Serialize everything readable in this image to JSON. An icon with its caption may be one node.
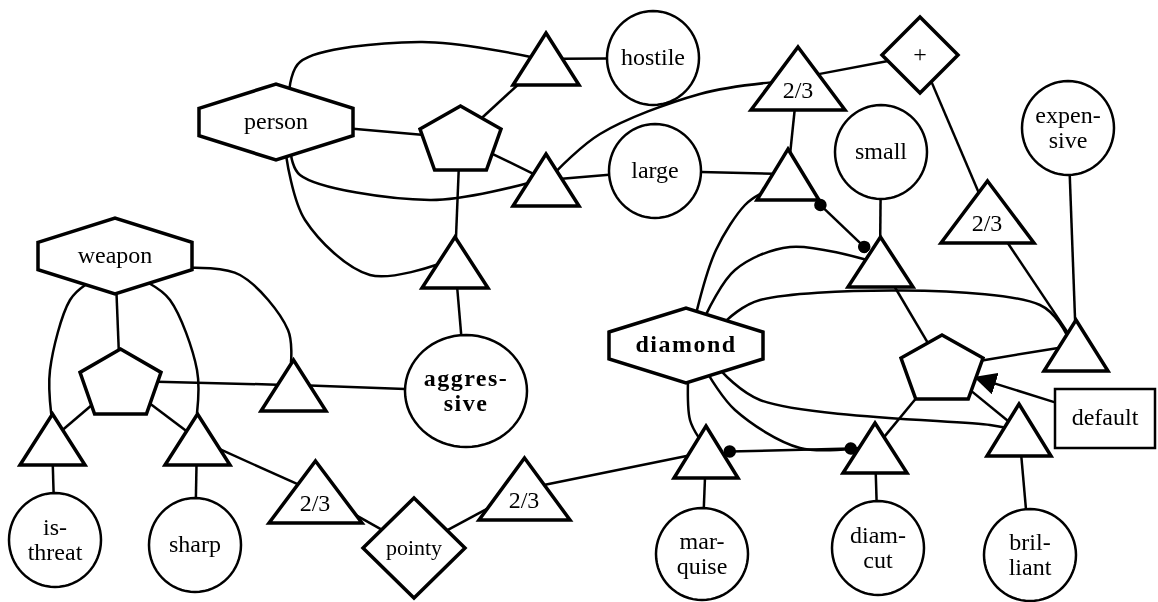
{
  "diagram": {
    "nodes": [
      {
        "text": [
          "person"
        ]
      },
      {
        "text": [
          "weapon"
        ]
      },
      {
        "text": [
          "diamond"
        ]
      },
      {
        "text": [
          "hostile"
        ]
      },
      {
        "text": [
          "large"
        ]
      },
      {
        "text": [
          "small"
        ]
      },
      {
        "text": [
          "expen- sive"
        ]
      },
      {
        "text": [
          "aggres- sive"
        ]
      },
      {
        "text": [
          "is- threat"
        ]
      },
      {
        "text": [
          "sharp"
        ]
      },
      {
        "text": [
          "pointy"
        ]
      },
      {
        "text": [
          "mar- quise"
        ]
      },
      {
        "text": [
          "diam- cut"
        ]
      },
      {
        "text": [
          "bril- liant"
        ]
      },
      {
        "text": [
          "+"
        ]
      },
      {
        "text": [
          "default"
        ]
      },
      {
        "text": [
          "2/3"
        ]
      },
      {
        "text": [
          "2/3"
        ]
      },
      {
        "text": [
          "2/3"
        ]
      },
      {
        "text": [
          "2/3"
        ]
      },
      {
        "text": [],
        "shape": "triangle"
      },
      {
        "text": [],
        "shape": "triangle"
      },
      {
        "text": [],
        "shape": "triangle"
      },
      {
        "text": [],
        "shape": "triangle"
      },
      {
        "text": [],
        "shape": "triangle"
      },
      {
        "text": [],
        "shape": "triangle"
      },
      {
        "text": [],
        "shape": "triangle"
      },
      {
        "text": [],
        "shape": "triangle"
      },
      {
        "text": [],
        "shape": "triangle"
      },
      {
        "text": [],
        "shape": "triangle"
      },
      {
        "text": [],
        "shape": "triangle"
      },
      {
        "text": [],
        "shape": "triangle"
      },
      {
        "text": [],
        "shape": "pentagon"
      },
      {
        "text": [],
        "shape": "pentagon"
      },
      {
        "text": [],
        "shape": "pentagon"
      }
    ],
    "edges": [
      {
        "from": 0,
        "to": 20,
        "arrow": "none"
      },
      {
        "from": 0,
        "to": 32,
        "arrow": "none"
      },
      {
        "from": 0,
        "to": 21,
        "arrow": "none"
      },
      {
        "from": 0,
        "to": 22,
        "arrow": "none"
      },
      {
        "from": 32,
        "to": 20,
        "arrow": "none"
      },
      {
        "from": 32,
        "to": 21,
        "arrow": "none"
      },
      {
        "from": 32,
        "to": 22,
        "arrow": "none"
      },
      {
        "from": 20,
        "to": 3,
        "arrow": "none"
      },
      {
        "from": 21,
        "to": 4,
        "arrow": "none"
      },
      {
        "from": 21,
        "to": 16,
        "arrow": "none"
      },
      {
        "from": 22,
        "to": 7,
        "arrow": "none"
      },
      {
        "from": 16,
        "to": 14,
        "arrow": "none"
      },
      {
        "from": 16,
        "to": 26,
        "arrow": "none"
      },
      {
        "from": 4,
        "to": 26,
        "arrow": "none"
      },
      {
        "from": 26,
        "to": 27,
        "arrow": "other"
      },
      {
        "from": 5,
        "to": 27,
        "arrow": "none"
      },
      {
        "from": 14,
        "to": 17,
        "arrow": "none"
      },
      {
        "from": 17,
        "to": 28,
        "arrow": "none"
      },
      {
        "from": 6,
        "to": 28,
        "arrow": "none"
      },
      {
        "from": 2,
        "to": 26,
        "arrow": "none"
      },
      {
        "from": 2,
        "to": 27,
        "arrow": "none"
      },
      {
        "from": 2,
        "to": 28,
        "arrow": "none"
      },
      {
        "from": 27,
        "to": 34,
        "arrow": "none"
      },
      {
        "from": 34,
        "to": 28,
        "arrow": "none"
      },
      {
        "from": 15,
        "to": 34,
        "arrow": "to"
      },
      {
        "from": 34,
        "to": 30,
        "arrow": "none"
      },
      {
        "from": 34,
        "to": 31,
        "arrow": "none"
      },
      {
        "from": 2,
        "to": 31,
        "arrow": "none"
      },
      {
        "from": 2,
        "to": 30,
        "arrow": "none"
      },
      {
        "from": 2,
        "to": 29,
        "arrow": "none"
      },
      {
        "from": 29,
        "to": 30,
        "arrow": "other"
      },
      {
        "from": 29,
        "to": 11,
        "arrow": "none"
      },
      {
        "from": 30,
        "to": 12,
        "arrow": "none"
      },
      {
        "from": 31,
        "to": 13,
        "arrow": "none"
      },
      {
        "from": 29,
        "to": 19,
        "arrow": "none"
      },
      {
        "from": 19,
        "to": 10,
        "arrow": "none"
      },
      {
        "from": 10,
        "to": 18,
        "arrow": "none"
      },
      {
        "from": 18,
        "to": 25,
        "arrow": "none"
      },
      {
        "from": 1,
        "to": 24,
        "arrow": "none"
      },
      {
        "from": 1,
        "to": 33,
        "arrow": "none"
      },
      {
        "from": 1,
        "to": 25,
        "arrow": "none"
      },
      {
        "from": 1,
        "to": 23,
        "arrow": "none"
      },
      {
        "from": 33,
        "to": 24,
        "arrow": "none"
      },
      {
        "from": 33,
        "to": 25,
        "arrow": "none"
      },
      {
        "from": 33,
        "to": 23,
        "arrow": "none"
      },
      {
        "from": 23,
        "to": 7,
        "arrow": "none"
      },
      {
        "from": 24,
        "to": 8,
        "arrow": "none"
      },
      {
        "from": 25,
        "to": 9,
        "arrow": "none"
      }
    ]
  }
}
